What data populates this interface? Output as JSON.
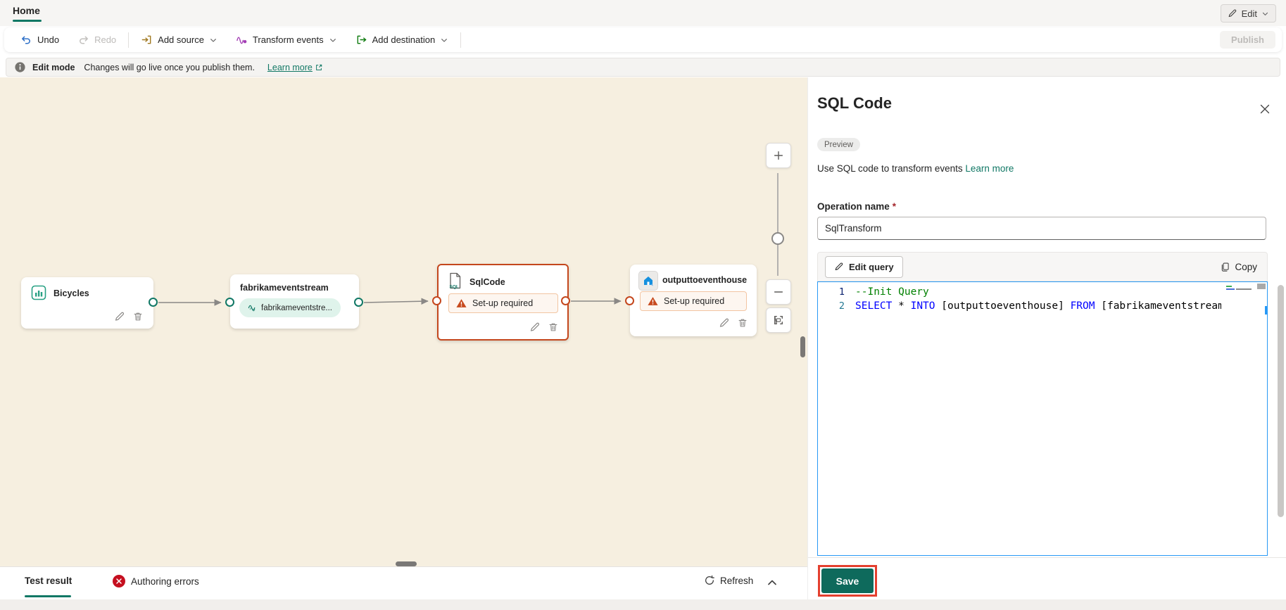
{
  "header": {
    "home_tab": "Home",
    "edit_button": "Edit"
  },
  "toolbar": {
    "undo": "Undo",
    "redo": "Redo",
    "add_source": "Add source",
    "transform_events": "Transform events",
    "add_destination": "Add destination",
    "publish": "Publish"
  },
  "info_bar": {
    "title": "Edit mode",
    "message": "Changes will go live once you publish them.",
    "learn_more": "Learn more"
  },
  "canvas": {
    "nodes": {
      "bicycles": {
        "title": "Bicycles"
      },
      "eventstream": {
        "title": "fabrikameventstream",
        "pill": "fabrikameventstre..."
      },
      "sqlcode": {
        "title": "SqlCode",
        "status": "Set-up required"
      },
      "eventhouse": {
        "title": "outputtoeventhouse",
        "status": "Set-up required"
      }
    }
  },
  "panel": {
    "title": "SQL Code",
    "preview_badge": "Preview",
    "description": "Use SQL code to transform events",
    "learn_more": "Learn more",
    "operation_name_label": "Operation name",
    "required_marker": "*",
    "operation_name_value": "SqlTransform",
    "edit_query_button": "Edit query",
    "copy_button": "Copy",
    "save_button": "Save",
    "code": {
      "line1_number": "1",
      "line2_number": "2",
      "line1_comment": "--Init Query",
      "line2": {
        "kw1": "SELECT",
        "t1": " * ",
        "kw2": "INTO",
        "t2": " [outputtoeventhouse] ",
        "kw3": "FROM",
        "t3": " [fabrikameventstream]"
      }
    }
  },
  "bottom_bar": {
    "test_result_tab": "Test result",
    "authoring_errors": "Authoring errors",
    "refresh": "Refresh"
  },
  "colors": {
    "accent_teal": "#117865",
    "selection_orange": "#C4471D",
    "error_red": "#C50F1F",
    "editor_focus_blue": "#2899F5",
    "annotation_red": "#E4402F",
    "canvas_bg": "#F6EFE0",
    "keyword_blue": "#0000FF",
    "comment_green": "#008000"
  }
}
